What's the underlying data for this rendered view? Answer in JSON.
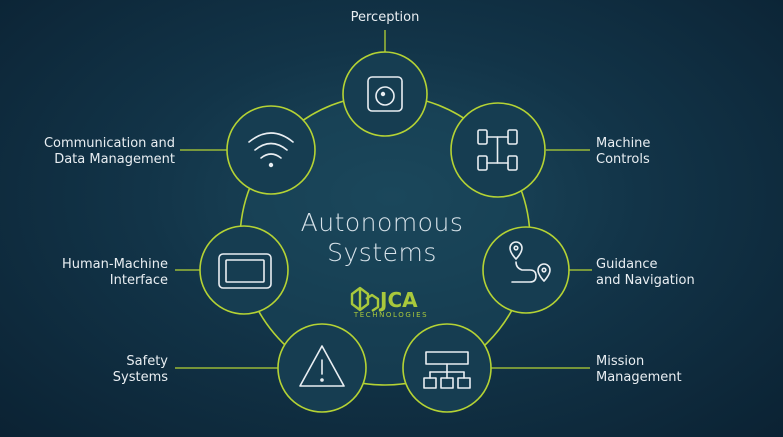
{
  "diagram": {
    "center": {
      "title": "Autonomous\nSystems",
      "logo": {
        "name": "JCA",
        "subtitle": "TECHNOLOGIES"
      }
    },
    "nodes": [
      {
        "id": "perception",
        "label": "Perception",
        "icon": "camera-icon"
      },
      {
        "id": "machine-controls",
        "label": "Machine\nControls",
        "icon": "chassis-icon"
      },
      {
        "id": "guidance-navigation",
        "label": "Guidance\nand Navigation",
        "icon": "route-icon"
      },
      {
        "id": "mission-management",
        "label": "Mission\nManagement",
        "icon": "hierarchy-icon"
      },
      {
        "id": "safety-systems",
        "label": "Safety\nSystems",
        "icon": "warning-icon"
      },
      {
        "id": "human-machine-interface",
        "label": "Human-Machine\nInterface",
        "icon": "tablet-icon"
      },
      {
        "id": "communication-data",
        "label": "Communication and\nData Management",
        "icon": "wifi-icon"
      }
    ],
    "colors": {
      "accent": "#b5d334",
      "text": "#e9eef2",
      "background": "#123448"
    }
  }
}
